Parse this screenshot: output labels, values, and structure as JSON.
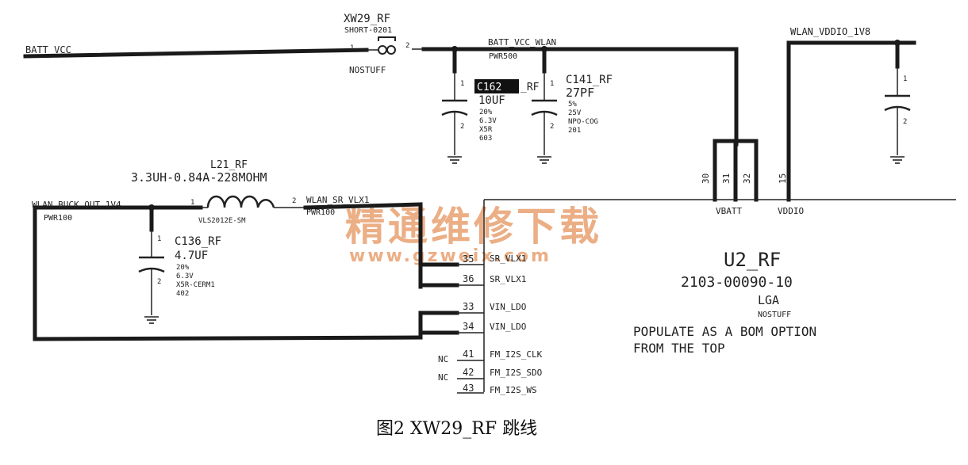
{
  "caption": "图2   XW29_RF 跳线",
  "watermark": {
    "cn": "精通维修下载",
    "url": "www.gzweix.com",
    "color": "#e8a070"
  },
  "nets": {
    "batt_vcc": "BATT_VCC",
    "batt_vcc_wlan": "BATT_VCC_WLAN",
    "batt_vcc_wlan_pwr": "PWR500",
    "wlan_vddio": "WLAN_VDDIO_1V8",
    "wlan_buck_out": "WLAN_BUCK_OUT_1V4",
    "wlan_buck_out_pwr": "PWR100",
    "wlan_sr_vlx": "WLAN_SR_VLX1",
    "wlan_sr_vlx_pwr": "PWR100"
  },
  "xw29": {
    "ref": "XW29_RF",
    "type": "SHORT-0201",
    "pin1": "1",
    "pin2": "2",
    "note": "NOSTUFF"
  },
  "c162": {
    "ref": "C162",
    "suffix": "_RF",
    "value": "10UF",
    "tol": "20%",
    "volt": "6.3V",
    "diel": "X5R",
    "pkg": "603",
    "pin1": "1",
    "pin2": "2"
  },
  "c141": {
    "ref": "C141_RF",
    "value": "27PF",
    "tol": "5%",
    "volt": "25V",
    "diel": "NPO-COG",
    "pkg": "201",
    "pin1": "1",
    "pin2": "2"
  },
  "c_right": {
    "pin1": "1",
    "pin2": "2"
  },
  "l21": {
    "ref": "L21_RF",
    "value": "3.3UH-0.84A-228MOHM",
    "part": "VLS2012E-SM",
    "pin1": "1",
    "pin2": "2"
  },
  "c136": {
    "ref": "C136_RF",
    "value": "4.7UF",
    "tol": "20%",
    "volt": "6.3V",
    "diel": "X5R-CERM1",
    "pkg": "402",
    "pin1": "1",
    "pin2": "2"
  },
  "u2": {
    "ref": "U2_RF",
    "part": "2103-00090-10",
    "pkg": "LGA",
    "note": "NOSTUFF",
    "option1": "POPULATE AS A BOM OPTION",
    "option2": "FROM THE TOP",
    "pin_vbatt": "VBATT",
    "pin_vddio": "VDDIO",
    "pins_top": [
      "30",
      "31",
      "32",
      "15"
    ],
    "nc": "NC",
    "pins_left": [
      {
        "num": "35",
        "name": "SR_VLX1"
      },
      {
        "num": "36",
        "name": "SR_VLX1"
      },
      {
        "num": "33",
        "name": "VIN_LDO"
      },
      {
        "num": "34",
        "name": "VIN_LDO"
      },
      {
        "num": "41",
        "name": "FM_I2S_CLK"
      },
      {
        "num": "42",
        "name": "FM_I2S_SDO"
      },
      {
        "num": "43",
        "name": "FM_I2S_WS"
      }
    ]
  }
}
